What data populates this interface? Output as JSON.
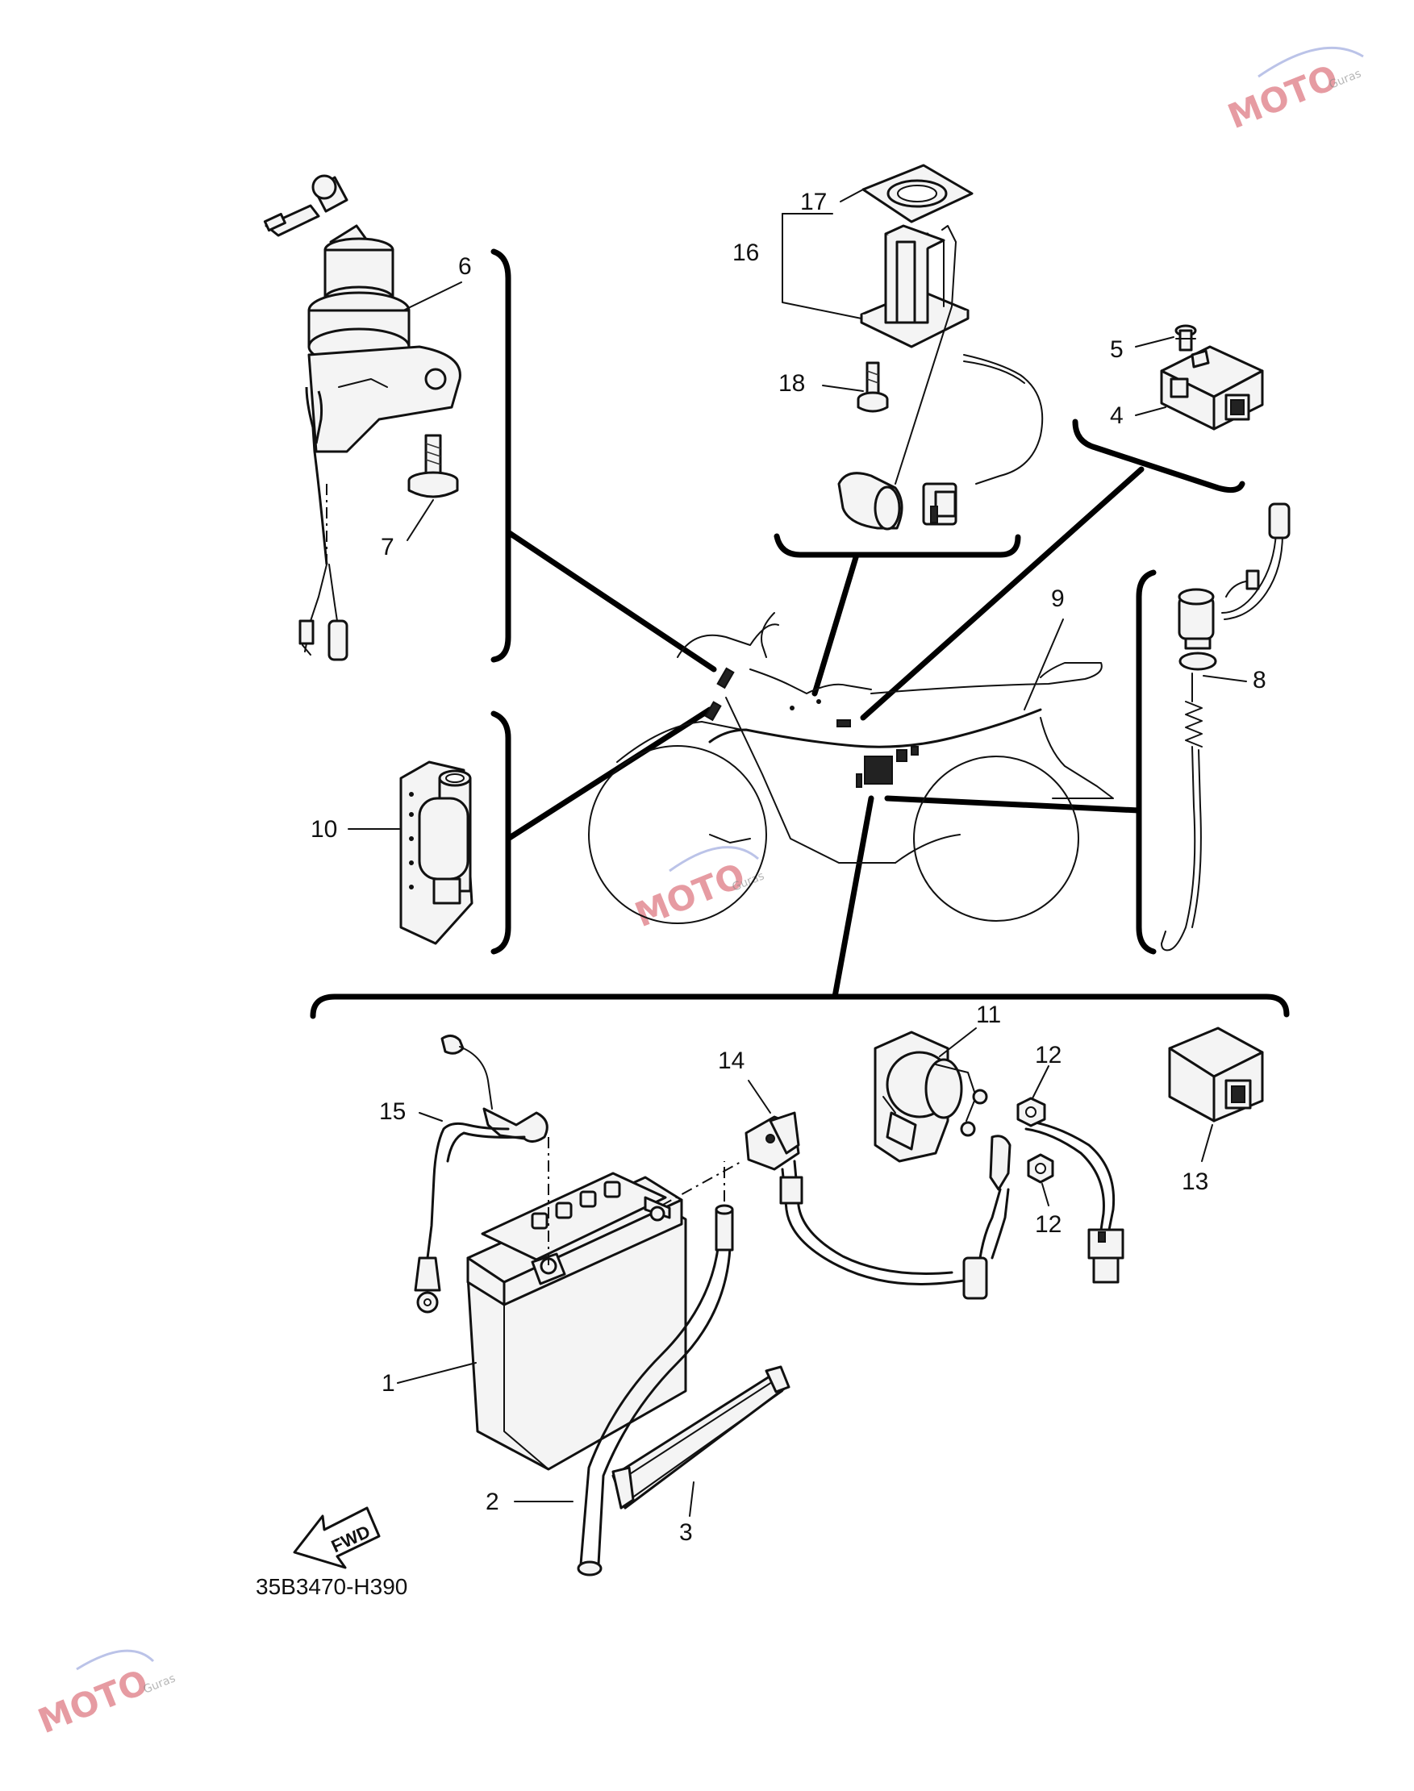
{
  "diagram": {
    "part_code": "35B3470-H390",
    "fwd_label": "FWD",
    "watermark": {
      "text": "MOTO",
      "subtext": "Guras"
    },
    "callouts": {
      "c1": "1",
      "c2": "2",
      "c3": "3",
      "c4": "4",
      "c5": "5",
      "c6": "6",
      "c7": "7",
      "c8": "8",
      "c9": "9",
      "c10": "10",
      "c11": "11",
      "c12a": "12",
      "c12b": "12",
      "c13": "13",
      "c14": "14",
      "c15": "15",
      "c16": "16",
      "c17": "17",
      "c18": "18"
    }
  }
}
